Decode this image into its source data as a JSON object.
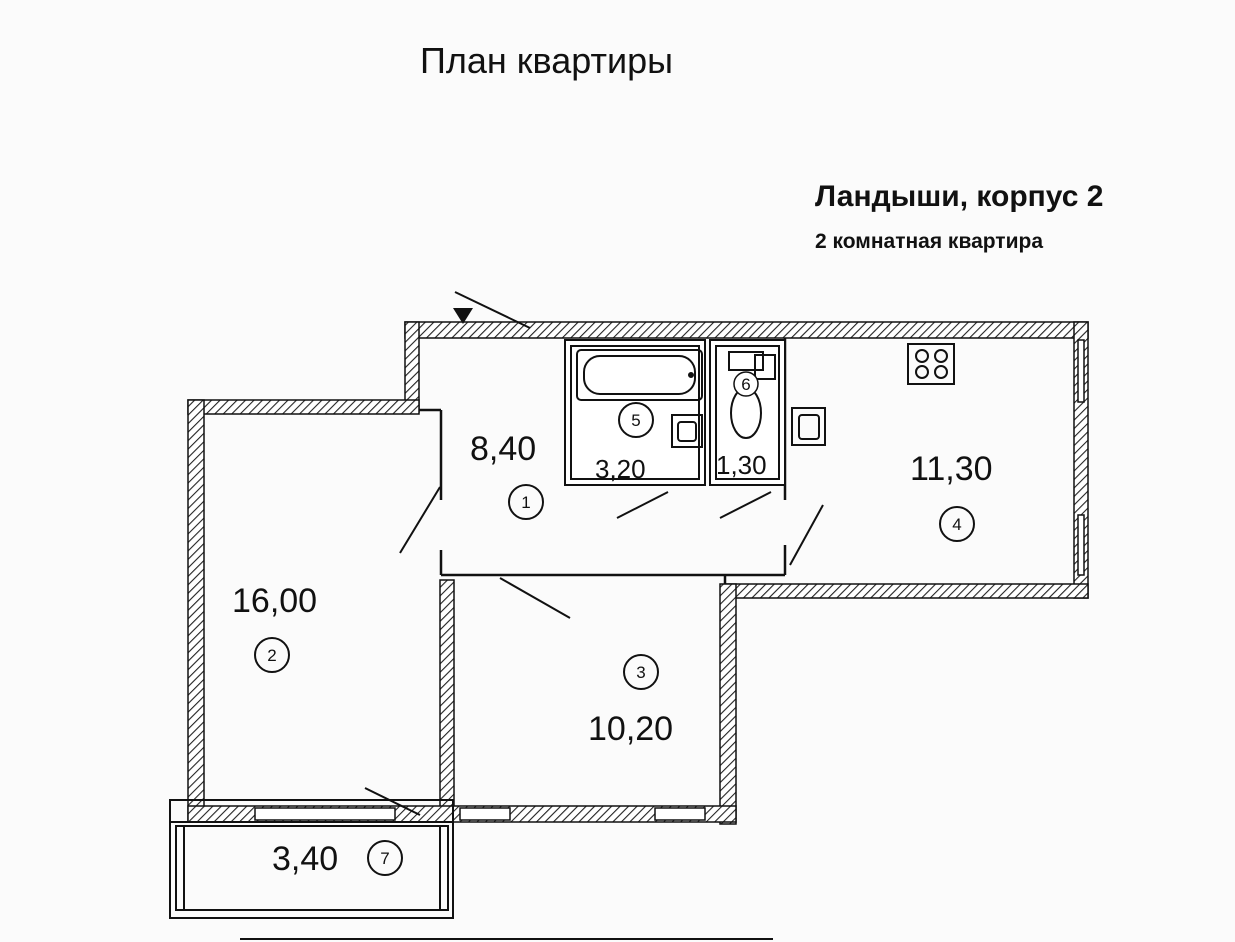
{
  "header": {
    "title": "План квартиры",
    "project": "Ландыши, корпус 2",
    "subtitle": "2 комнатная квартира"
  },
  "rooms": [
    {
      "number": "1",
      "area": "8,40"
    },
    {
      "number": "2",
      "area": "16,00"
    },
    {
      "number": "3",
      "area": "10,20"
    },
    {
      "number": "4",
      "area": "11,30"
    },
    {
      "number": "5",
      "area": "3,20"
    },
    {
      "number": "6",
      "area": "1,30"
    },
    {
      "number": "7",
      "area": "3,40"
    }
  ]
}
